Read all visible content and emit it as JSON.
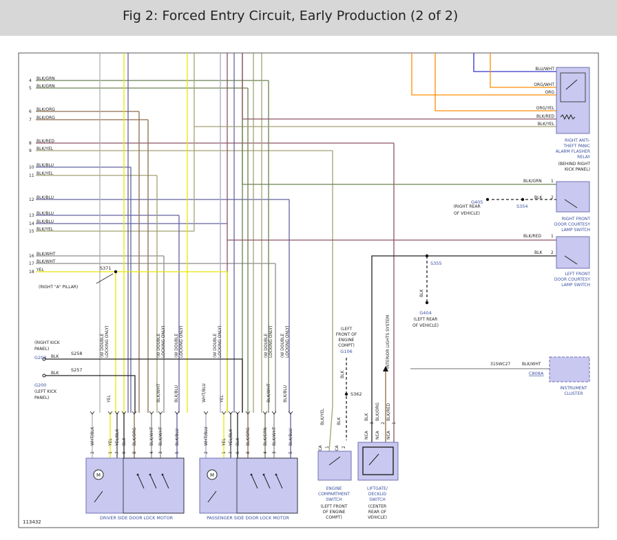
{
  "title": "Fig 2: Forced Entry Circuit, Early Production (2 of 2)",
  "figure_number": "113432",
  "colors": {
    "title_bg": "#d7d7d7",
    "component_fill": "#c8c8f0",
    "component_stroke": "#7070b0",
    "label_blue": "#3a4fa0",
    "BLK/GRN": "#6b8050",
    "BLK/ORG": "#8a6a4a",
    "BLK/RED": "#8a5060",
    "BLK/YEL": "#a0a070",
    "BLK/BLU": "#6060a0",
    "BLK/WHT": "#8c8c8c",
    "YEL": "#e8e800",
    "WHT/BLK": "#b0b0b0",
    "WHT/BLU": "#a8a8c8",
    "BLK": "#222222",
    "ORG": "#ff8c00",
    "BLU": "#3030cc"
  },
  "left_pins": [
    {
      "num": "4",
      "label": "BLK/GRN"
    },
    {
      "num": "5",
      "label": "BLK/GRN"
    },
    {
      "num": "6",
      "label": "BLK/ORG"
    },
    {
      "num": "7",
      "label": "BLK/ORG"
    },
    {
      "num": "8",
      "label": "BLK/RED"
    },
    {
      "num": "9",
      "label": "BLK/YEL"
    },
    {
      "num": "10",
      "label": "BLK/BLU"
    },
    {
      "num": "11",
      "label": "BLK/YEL"
    },
    {
      "num": "12",
      "label": "BLK/BLU"
    },
    {
      "num": "13",
      "label": "BLK/BLU"
    },
    {
      "num": "14",
      "label": "BLK/BLU"
    },
    {
      "num": "15",
      "label": "BLK/YEL"
    },
    {
      "num": "16",
      "label": "BLK/WHT"
    },
    {
      "num": "17",
      "label": "BLK/WHT"
    },
    {
      "num": "18",
      "label": "YEL"
    }
  ],
  "splices": {
    "s371": "S371",
    "s371_note": "(RIGHT \"A\" PILLAR)",
    "s258": "S258",
    "s257": "S257",
    "s362": "S362",
    "s354": "S354",
    "s355": "S355"
  },
  "grounds": {
    "g203": "G203",
    "g203_note": [
      "(RIGHT KICK",
      "PANEL)"
    ],
    "g200": "G200",
    "g200_note": [
      "(LEFT KICK",
      "PANEL)"
    ],
    "g106": "G106",
    "g106_note": [
      "(LEFT",
      "FRONT OF",
      "ENGINE",
      "COMPT)"
    ],
    "g405": "G405",
    "g405_note": [
      "(RIGHT REAR",
      "OF VEHICLE)"
    ],
    "g404": "G404",
    "g404_note": [
      "(LEFT REAR",
      "OF VEHICLE)"
    ]
  },
  "wire_labels": {
    "blk": "BLK",
    "blk_yel": "BLK/YEL",
    "yel": "YEL",
    "yel_blk": "YEL/BLK",
    "blk_org": "BLK/ORG",
    "blk_wht": "BLK/WHT",
    "blk_blu": "BLK/BLU",
    "blk_grn": "BLK/GRN",
    "blk_red": "BLK/RED",
    "wht_blk": "WHT/BLK",
    "wht_blu": "WHT/BLU",
    "double_locking": [
      "(W DOUBLE",
      "LOCKING ONLY)"
    ],
    "double_locking_one_line": "(W DOUBLE LOCKING ONLY)",
    "interior_lights": "INTERIOR LIGHTS SYSTEM",
    "nca": "NCA"
  },
  "relay": {
    "name": [
      "RIGHT ANTI-",
      "THEFT PANIC",
      "ALARM FLASHER",
      "RELAY"
    ],
    "location": [
      "(BEHIND RIGHT",
      "KICK PANEL)"
    ],
    "inputs": [
      "BLU/WHT",
      "ORG/WHT",
      "ORG",
      "ORG/YEL",
      "BLK/RED",
      "BLK/YEL"
    ]
  },
  "rf_switch": {
    "name": [
      "RIGHT FRONT",
      "DOOR COURTESY",
      "LAMP SWITCH"
    ],
    "pin1": "1",
    "pin1_wire": "BLK/GRN",
    "pin2": "2",
    "pin2_wire": "BLK"
  },
  "lf_switch": {
    "name": [
      "LEFT FRONT",
      "DOOR COURTESY",
      "LAMP SWITCH"
    ],
    "pin1": "1",
    "pin1_wire": "BLK/RED",
    "pin2": "2",
    "pin2_wire": "BLK"
  },
  "cluster": {
    "name": [
      "INSTRUMENT",
      "CLUSTER"
    ],
    "connector": "C808A",
    "circuit": "31SWC27",
    "wire": "BLK/WHT"
  },
  "driver_motor": {
    "name": "DRIVER SIDE DOOR LOCK MOTOR",
    "pins": [
      {
        "num": "2",
        "wire": "WHT/BLK"
      },
      {
        "num": "1",
        "wire": "YEL"
      },
      {
        "num": "7",
        "wire": "YEL/BLK"
      },
      {
        "num": "6",
        "wire": "BLK"
      },
      {
        "num": "8",
        "wire": "BLK/ORG"
      },
      {
        "num": "4",
        "wire": "BLK/WHT"
      },
      {
        "num": "3",
        "wire": "BLK/WHT"
      },
      {
        "num": "5",
        "wire": "BLK/BLU"
      }
    ]
  },
  "passenger_motor": {
    "name": "PASSENGER SIDE DOOR LOCK MOTOR",
    "pins": [
      {
        "num": "2",
        "wire": "WHT/BLU"
      },
      {
        "num": "1",
        "wire": "YEL"
      },
      {
        "num": "7",
        "wire": "YEL/BLK"
      },
      {
        "num": "6",
        "wire": "BLK"
      },
      {
        "num": "8",
        "wire": "BLK/ORG"
      },
      {
        "num": "4",
        "wire": "BLK/GRN"
      },
      {
        "num": "3",
        "wire": "BLK/WHT"
      },
      {
        "num": "5",
        "wire": "BLK/BLU"
      }
    ]
  },
  "engine_switch": {
    "name": [
      "ENGINE",
      "COMPARTMENT",
      "SWITCH"
    ],
    "location": [
      "(LEFT FRONT",
      "OF ENGINE",
      "COMPT)"
    ],
    "pins": [
      {
        "num": "1",
        "wire": "BLK/YEL"
      },
      {
        "num": "2",
        "wire": "BLK"
      }
    ]
  },
  "liftgate_switch": {
    "name": [
      "LIFTGATE/",
      "DECKLID",
      "SWITCH"
    ],
    "location": [
      "(CENTER",
      "REAR OF",
      "VEHICLE)"
    ],
    "pins": [
      {
        "num": "3",
        "wire": "BLK"
      },
      {
        "num": "2",
        "wire": "BLK/ORG"
      },
      {
        "num": "1",
        "wire": "BLK/RED"
      }
    ]
  }
}
